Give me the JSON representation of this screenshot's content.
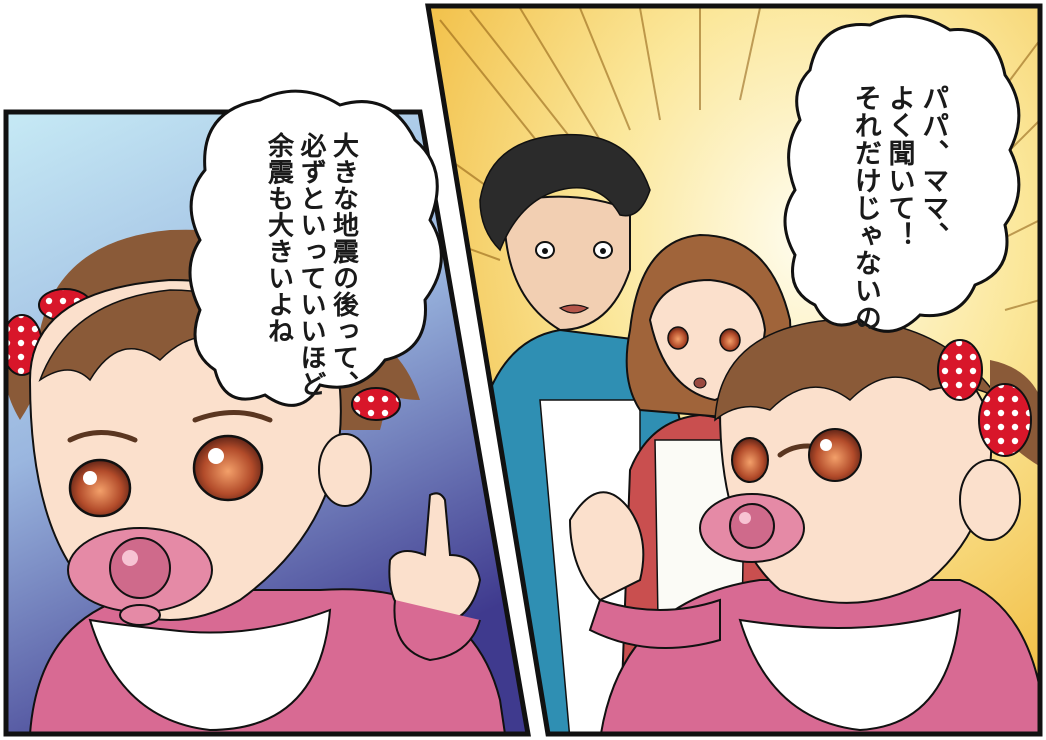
{
  "panels": [
    {
      "id": "panel-left",
      "speech": [
        "大きな地震の後って、",
        "必ずといっていいほど",
        "余震も大きいよね"
      ]
    },
    {
      "id": "panel-right",
      "speech": [
        "パパ、ママ、",
        "よく聞いて！",
        "それだけじゃないの"
      ]
    }
  ],
  "colors": {
    "panel_border": "#111111",
    "left_bg_top": "#bfe3f3",
    "left_bg_bottom": "#4a3f96",
    "right_burst": "#f7d24a",
    "skin": "#fbe0cc",
    "hair_brown": "#8a5a38",
    "hair_dark": "#2b2b2b",
    "pacifier": "#e58aa6",
    "dress_pink": "#d86a93",
    "bib": "#ffffff",
    "dad_shirt": "#2f8fb3",
    "mom_top": "#c94f4f",
    "bow_red": "#d8162a"
  }
}
